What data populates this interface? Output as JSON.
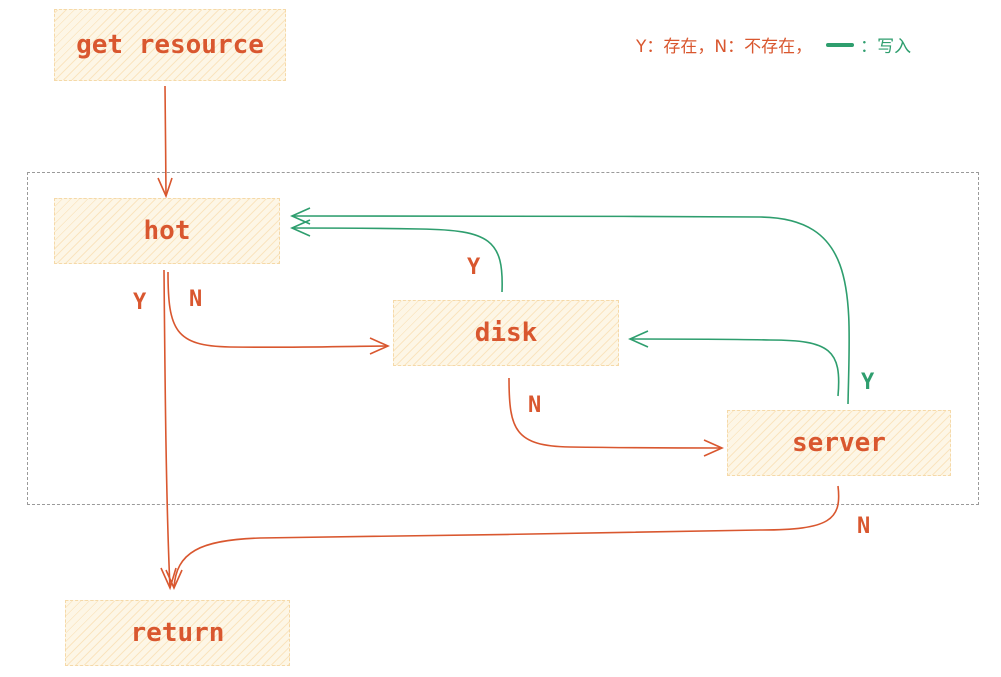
{
  "nodes": {
    "get_resource": "get resource",
    "hot": "hot",
    "disk": "disk",
    "server": "server",
    "return": "return"
  },
  "edge_labels": {
    "hot_y": "Y",
    "hot_n": "N",
    "disk_y": "Y",
    "disk_n": "N",
    "server_y": "Y",
    "server_n": "N"
  },
  "legend": {
    "y_text": "Y：存在，",
    "n_text": "N：不存在，",
    "write_text": "：写入"
  },
  "colors": {
    "read": "#d9572f",
    "write": "#2e9e6e",
    "node_fill": "#fdf6e6",
    "group_border": "#9a9a9a"
  }
}
